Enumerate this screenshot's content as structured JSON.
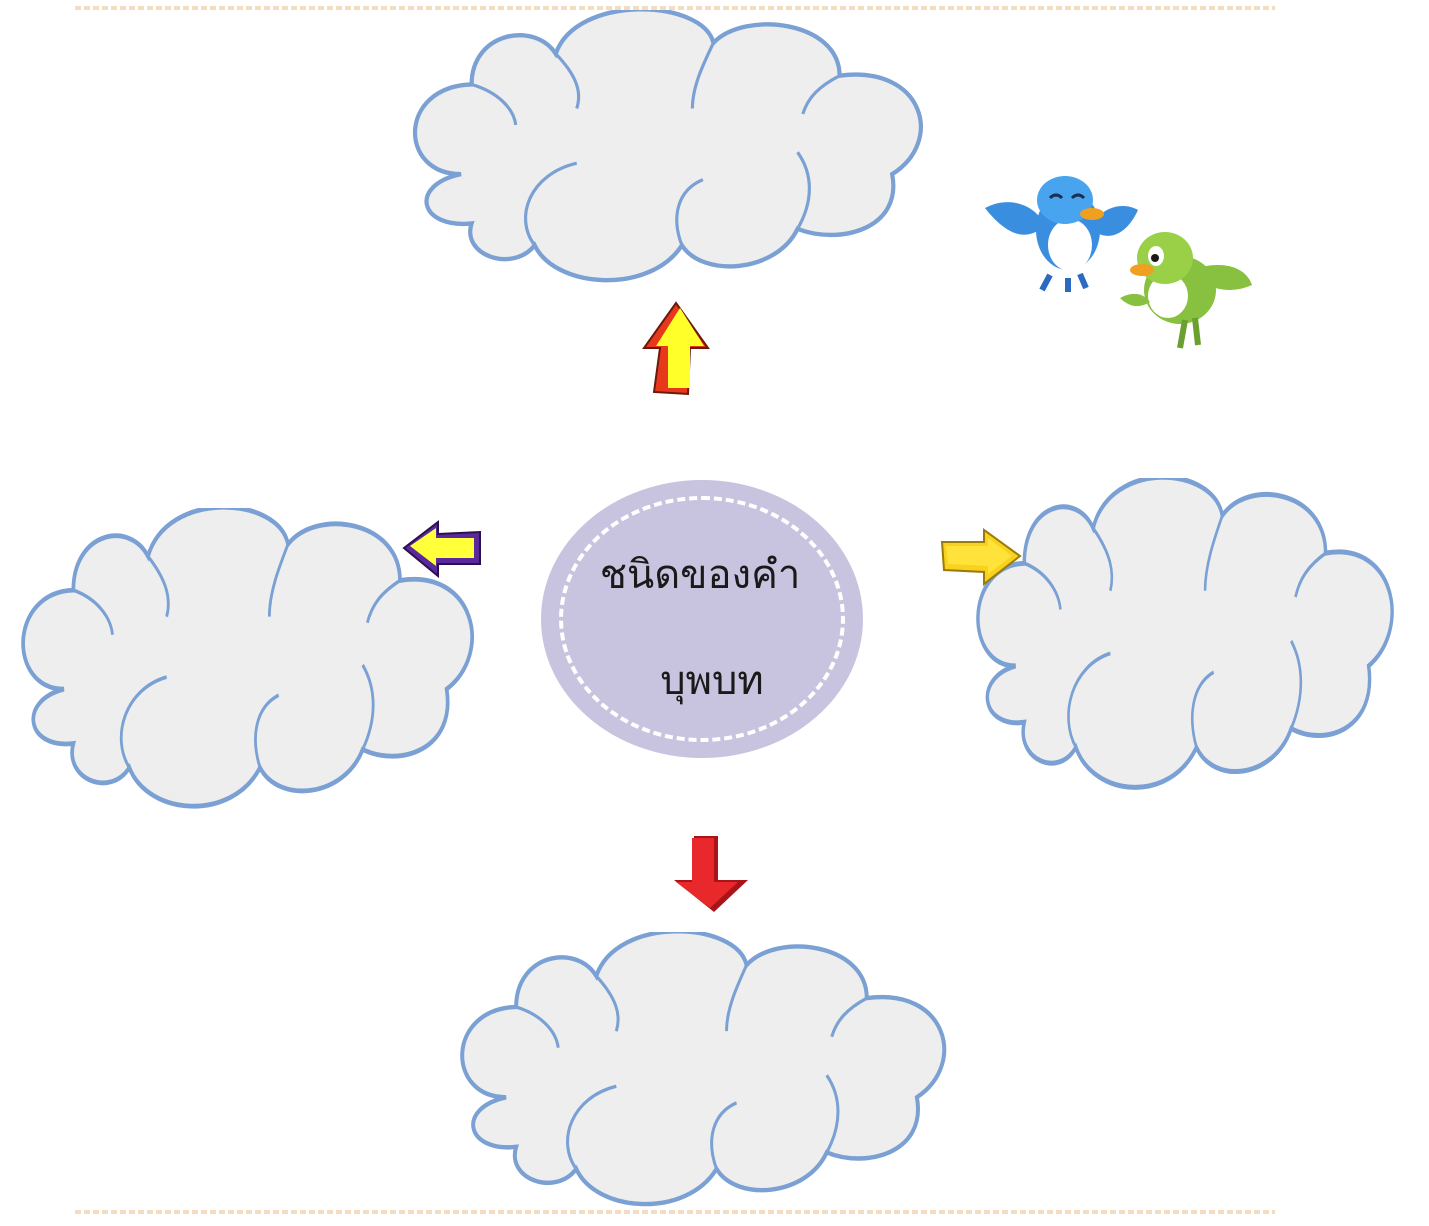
{
  "center": {
    "title": "ชนิดของคำ",
    "subtitle": "บุพบท",
    "fill": "#c8c4e0",
    "dash_color": "#ffffff"
  },
  "clouds": {
    "fill": "#eeeeee",
    "stroke": "#7aa0d4",
    "labels": [
      "",
      "",
      "",
      ""
    ]
  },
  "arrows": [
    {
      "name": "up-arrow",
      "direction": "up",
      "fill": "#ffff2a",
      "outline": "#e8381c"
    },
    {
      "name": "left-arrow",
      "direction": "left",
      "fill": "#ffff3a",
      "outline": "#5a2a9c"
    },
    {
      "name": "right-arrow",
      "direction": "right",
      "fill": "#f8d21c",
      "outline": "#c89a10"
    },
    {
      "name": "down-arrow",
      "direction": "down",
      "fill": "#e8282a",
      "outline": "#a81418"
    }
  ],
  "decorations": {
    "birds": [
      "blue-bird-icon",
      "green-bird-icon"
    ]
  }
}
